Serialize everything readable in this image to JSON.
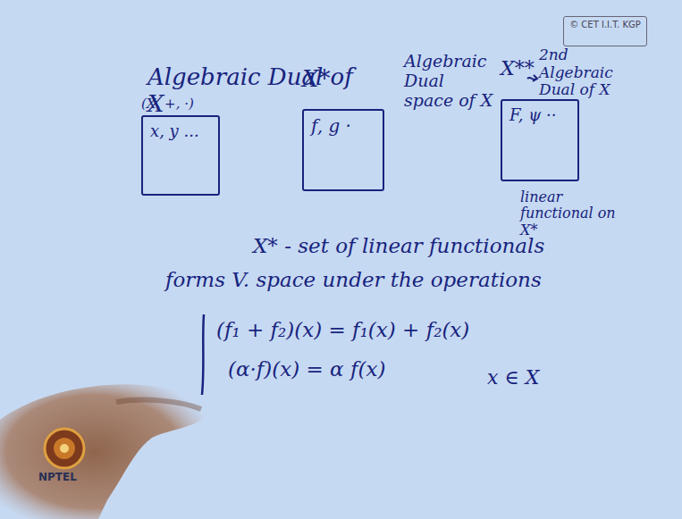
{
  "diagram": {
    "nodes": [
      {
        "text": [
          "(X, +, ·)",
          "x, y ..."
        ]
      },
      {
        "text": [
          "X*",
          "f, g ·"
        ]
      },
      {
        "text": [
          "X**",
          "F, ψ ··"
        ]
      },
      {
        "text": [
          "© CET I.I.T. KGP"
        ]
      }
    ],
    "labels": [
      "Algebraic Dual of X",
      "Algebraic Dual space of X",
      "2nd Algebraic Dual of X",
      "linear functional on X*",
      "X* - set of linear functionals",
      "forms V. space under the operations",
      "(f₁ + f₂)(x) = f₁(x) + f₂(x)",
      "(α·f)(x) = α f(x)",
      "x ∈ X",
      "NPTEL"
    ]
  }
}
